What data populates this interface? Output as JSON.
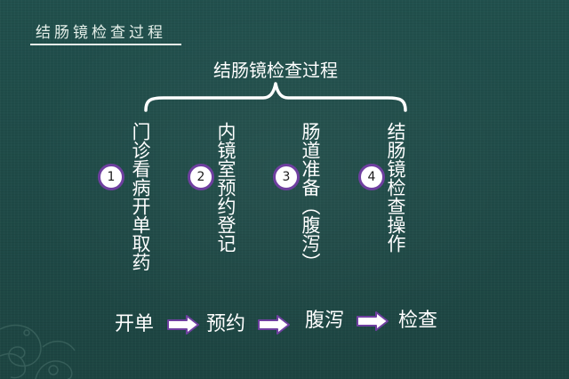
{
  "header": {
    "title": "结肠镜检查过程"
  },
  "diagram": {
    "title": "结肠镜检查过程"
  },
  "steps": [
    {
      "number": "1",
      "text": "门诊看病开单取药"
    },
    {
      "number": "2",
      "text": "内镜室预约登记"
    },
    {
      "number": "3",
      "text": "肠道准备（腹泻）"
    },
    {
      "number": "4",
      "text": "结肠镜检查操作"
    }
  ],
  "flow": [
    "开单",
    "预约",
    "腹泻",
    "检查"
  ],
  "colors": {
    "background": "#1f4a48",
    "circle_border": "#6f3fa0",
    "arrow_fill": "#ffffff",
    "arrow_stroke": "#6f3fa0"
  }
}
